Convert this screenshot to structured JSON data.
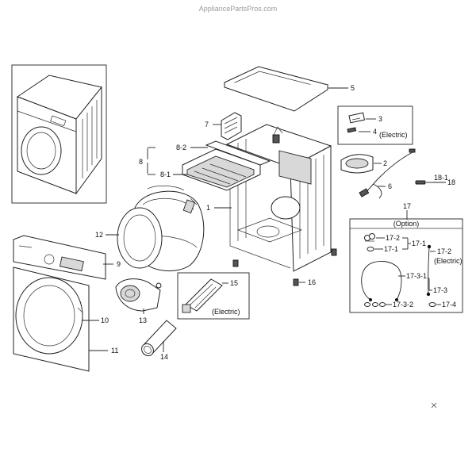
{
  "watermark": "AppliancePartsPros.com",
  "labels": {
    "p1": "1",
    "p2": "2",
    "p3": "3",
    "p4": "4",
    "p5": "5",
    "p6": "6",
    "p7": "7",
    "p8": "8",
    "p8_1": "8-1",
    "p8_2": "8-2",
    "p9": "9",
    "p10": "10",
    "p11": "11",
    "p12": "12",
    "p13": "13",
    "p14": "14",
    "p15": "15",
    "p16": "16",
    "p17": "17",
    "p17_1a": "17-1",
    "p17_1b": "17-1",
    "p17_2a": "17-2",
    "p17_2b": "17-2",
    "p17_3": "17-3",
    "p17_3_1": "17-3-1",
    "p17_3_2": "17-3-2",
    "p17_4": "17-4",
    "p18": "18",
    "p18_1": "18-1"
  },
  "notes": {
    "electric_a": "(Electric)",
    "electric_b": "(Electric)",
    "electric_c": "(Electric)",
    "option": "(Option)"
  }
}
